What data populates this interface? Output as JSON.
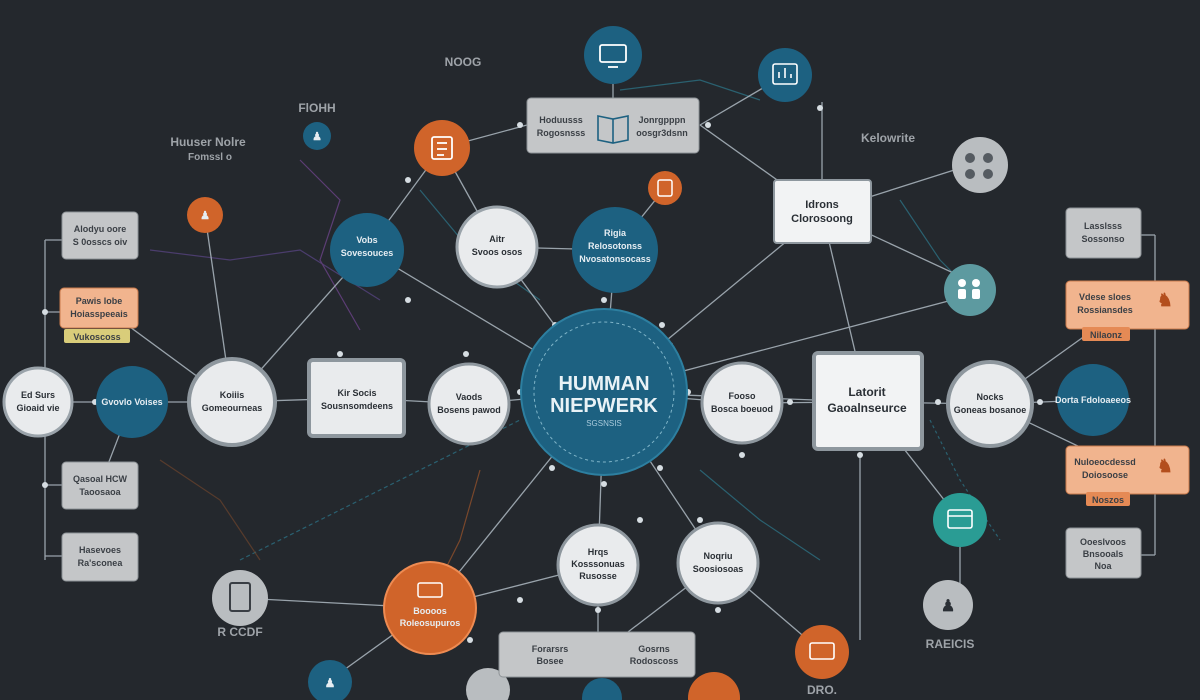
{
  "center": {
    "title_line1": "HUMMAN",
    "title_line2": "NIEPWERK",
    "subtitle": "SGSNSIS"
  },
  "bg_labels": {
    "top_center": "NOOG",
    "left_top_1": "Huuser Nolre",
    "left_top_2": "Fomssl o",
    "left_mid": "FlOHH",
    "right_top": "Kelowrite",
    "bottom_left": "R CCDF",
    "bottom_right": "RAEICIS",
    "bottom_mid": "DRO."
  },
  "top_box": {
    "left_1": "Hoduusss",
    "left_2": "Rogosnsss",
    "right_1": "Jonrgpppn",
    "right_2": "oosgr3dsnn"
  },
  "nodes": {
    "vobs": {
      "line1": "Vobs",
      "line2": "Sovesouces"
    },
    "aitr": {
      "line1": "Aitr",
      "line2": "Svoos osos"
    },
    "rigia": {
      "line1": "Rigia",
      "line2": "Relosotonss",
      "line3": "Nvosatonsocass"
    },
    "idrons": {
      "line1": "Idrons",
      "line2": "Clorosoong"
    },
    "ed_surs": {
      "line1": "Ed Surs",
      "line2": "Gioaid vie"
    },
    "gvovlo": {
      "line1": "Gvovlo Voises"
    },
    "koiiis": {
      "line1": "Koiiis",
      "line2": "Gomeourneas"
    },
    "kir_socs": {
      "line1": "Kir Socis",
      "line2": "Sousnsomdeens"
    },
    "vaods": {
      "line1": "Vaods",
      "line2": "Bosens pawod"
    },
    "fooso": {
      "line1": "Fooso",
      "line2": "Bosca boeuod"
    },
    "latorit": {
      "line1": "Latorit",
      "line2": "Gaoalnseurce"
    },
    "nocks": {
      "line1": "Nocks",
      "line2": "Goneas bosanoe"
    },
    "dorta": {
      "line1": "Dorta Fdoloaeeos"
    },
    "hrqs": {
      "line1": "Hrqs",
      "line2": "Kosssonuas",
      "line3": "Rusosse"
    },
    "noqriu": {
      "line1": "Noqriu",
      "line2": "Soosiosoas"
    },
    "oooo": {
      "line1": "Boooos",
      "line2": "Roleosupuros"
    },
    "bot_box_l": {
      "line1": "Forarsrs",
      "line2": "Bosee"
    },
    "bot_box_r": {
      "line1": "Gosrns",
      "line2": "Rodoscoss"
    }
  },
  "left_cards": [
    {
      "line1": "Alodyu oore",
      "line2": "S 0osscs oiv"
    },
    {
      "line1": "Pawis lobe",
      "line2": "Hoiasspeeais",
      "tag": "Vukoscoss"
    },
    {
      "line1": "Qasoal HCW",
      "line2": "Taoosaoa"
    },
    {
      "line1": "Hasevoes",
      "line2": "Ra'sconea"
    }
  ],
  "right_cards": [
    {
      "line1": "Lasslsss",
      "line2": "Sossonso"
    },
    {
      "line1": "Vdese sloes",
      "line2": "Rossiansdes",
      "tag": "Nilaonz"
    },
    {
      "line1": "Nuloeocdessd",
      "line2": "Doiosoose",
      "tag": "Noszos"
    },
    {
      "line1": "Ooeslvoos",
      "line2": "Bnsooals",
      "line3": "Noa"
    }
  ],
  "colors": {
    "background": "#24282d",
    "teal": "#1d6181",
    "orange": "#d0642a",
    "light": "#e9ebed",
    "gray_box": "#c4c6c8",
    "peach": "#f1b48e",
    "line": "#aeb9c2"
  },
  "icons": [
    "monitor-icon",
    "book-icon",
    "person-icon",
    "gear-icon",
    "chart-icon",
    "document-icon",
    "people-icon"
  ]
}
